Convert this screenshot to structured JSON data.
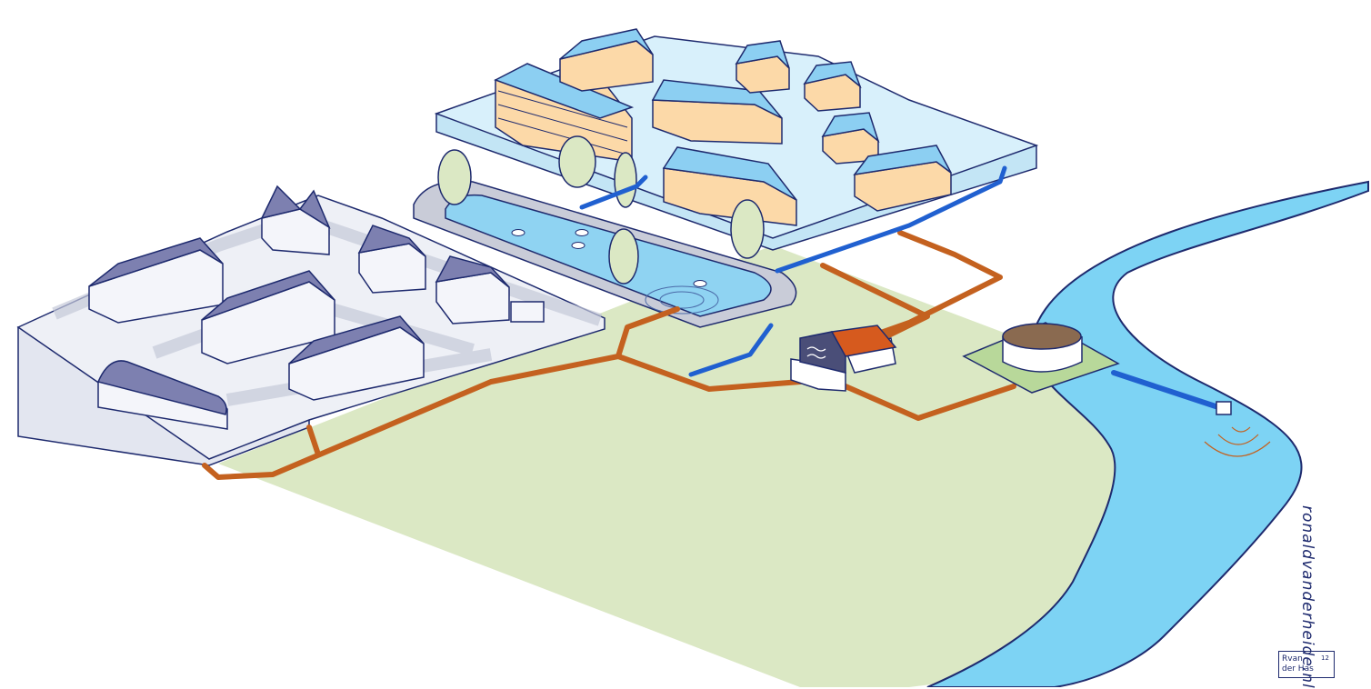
{
  "credit": {
    "url": "ronaldvanderheide.nl",
    "signature_line1": "Rvan",
    "signature_line2": "der Has",
    "signature_year": "12"
  },
  "colors": {
    "grass": "#dbe8c4",
    "river": "#7dd3f4",
    "pond": "#8fd3f2",
    "sewer_pipe": "#c4611f",
    "storm_pipe": "#2060d0",
    "old_district_ground": "#e9ecf4",
    "old_district_roof": "#7d80b0",
    "new_district_ground": "#cfeaf7",
    "new_district_roof": "#8ccff2",
    "new_district_wall": "#fcd9a8",
    "outline": "#1e2a6e"
  },
  "icons": [
    "house-icon",
    "tree-icon",
    "duck-icon",
    "pumping-station-icon",
    "treatment-tank-icon",
    "outfall-pipe-icon"
  ]
}
